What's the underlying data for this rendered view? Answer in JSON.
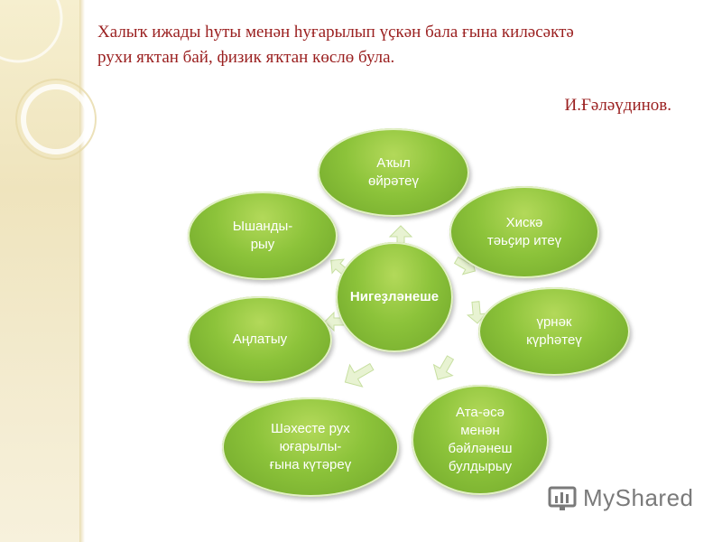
{
  "slide": {
    "quote_line1": "Халыҡ ижады һуты менән һуғарылып үҫкән бала ғына киләсәктә",
    "quote_line2": "рухи яҡтан бай, физик яҡтан көслө була.",
    "author": "И.Ғәләүдинов."
  },
  "diagram": {
    "center": "Нигеҙләнеше",
    "nodes": [
      {
        "id": "akyl",
        "label": "Аҡыл\nөйрәтеү"
      },
      {
        "id": "hiske",
        "label": "Хискә\nтәьҫир итеү"
      },
      {
        "id": "urnek",
        "label": "үрнәк\nкүрһәтеү"
      },
      {
        "id": "ata-ese",
        "label": "Ата-әсә\nменән\nбәйләнеш\nбулдырыу"
      },
      {
        "id": "shekhes",
        "label": "Шәхесте рух\nюғарылы-\nғына күтәреү"
      },
      {
        "id": "anlatyu",
        "label": "Аңлатыу"
      },
      {
        "id": "yshandy",
        "label": "Ышанды-\nрыу"
      }
    ]
  },
  "logo": {
    "text": "MyShared"
  },
  "colors": {
    "node_green": "#8cc33a",
    "text_red": "#9a1f1f"
  }
}
